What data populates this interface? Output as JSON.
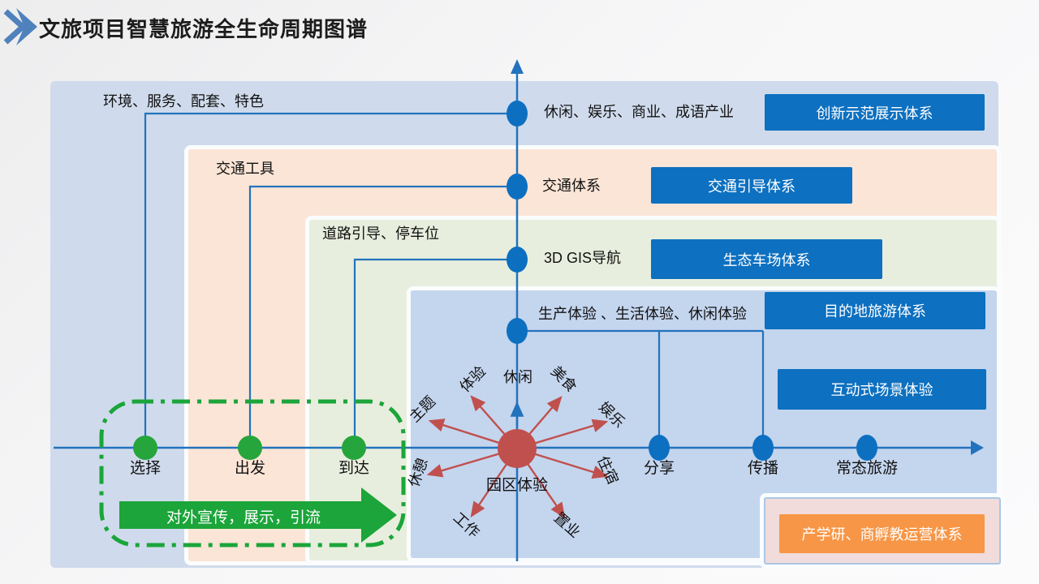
{
  "title": "文旅项目智慧旅游全生命周期图谱",
  "rows": [
    {
      "left_label": "环境、服务、配套、特色",
      "node_label": "休闲、娱乐、商业、成语产业",
      "box_label": "创新示范展示体系"
    },
    {
      "left_label": "交通工具",
      "node_label": "交通体系",
      "box_label": "交通引导体系"
    },
    {
      "left_label": "道路引导、停车位",
      "node_label": "3D GIS导航",
      "box_label": "生态车场体系"
    },
    {
      "left_label": "生产体验 、生活体验、休闲体验",
      "node_label": "",
      "box_label": "目的地旅游体系"
    }
  ],
  "side_boxes": {
    "interactive_scene": "互动式场景体验",
    "operation_system": "产学研、商孵教运营体系"
  },
  "timeline": {
    "pre_stages": [
      "选择",
      "出发",
      "到达"
    ],
    "hub_stage": "园区体验",
    "post_stages": [
      "分享",
      "传播",
      "常态旅游"
    ],
    "promo_label": "对外宣传，展示，引流"
  },
  "hub_spokes": {
    "top": "休闲",
    "upper_left": "体验",
    "upper_right": "美食",
    "left": "主题",
    "right": "娱乐",
    "lower_left": "休憩",
    "lower_right": "住宿",
    "bottom_left": "工作",
    "bottom_right": "置业"
  },
  "colors": {
    "accent_blue": "#0d70c0",
    "axis_blue": "#2273bd",
    "green": "#1ba53a",
    "red": "#c0504d",
    "orange": "#f79646",
    "panel_outer_blue": "#cfdbec",
    "panel_peach": "#fbe5d6",
    "panel_green": "#e8eedd",
    "panel_inner_blue": "#c4d5ee",
    "panel_pink": "#f1dcdb"
  }
}
